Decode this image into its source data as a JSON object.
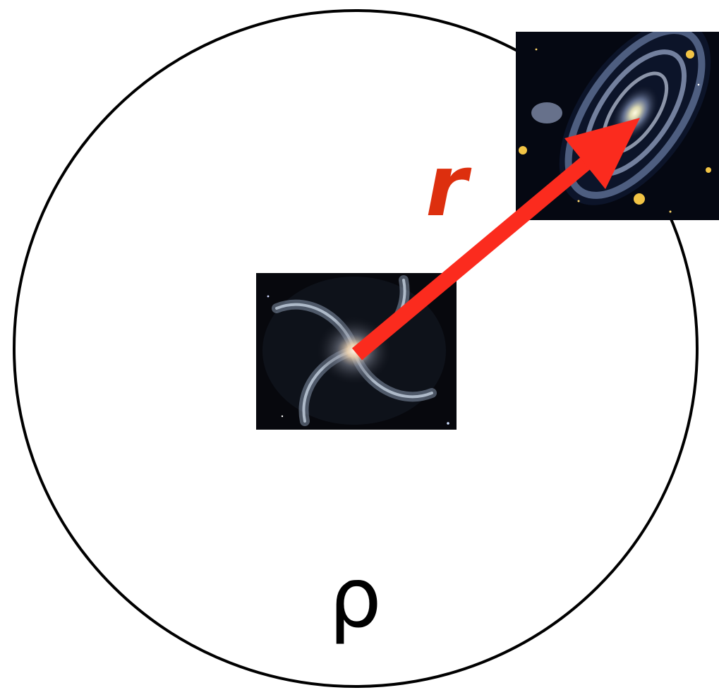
{
  "diagram": {
    "separation_label": "r",
    "density_label": "ρ",
    "galaxies": [
      {
        "name": "central-galaxy-photo"
      },
      {
        "name": "neighbor-galaxy-photo"
      }
    ]
  },
  "colors": {
    "arrow": "#fb2b1e",
    "r_label": "#dd2f0e",
    "circle_stroke": "#000000",
    "rho_label": "#000000",
    "sky": "#06070d"
  }
}
